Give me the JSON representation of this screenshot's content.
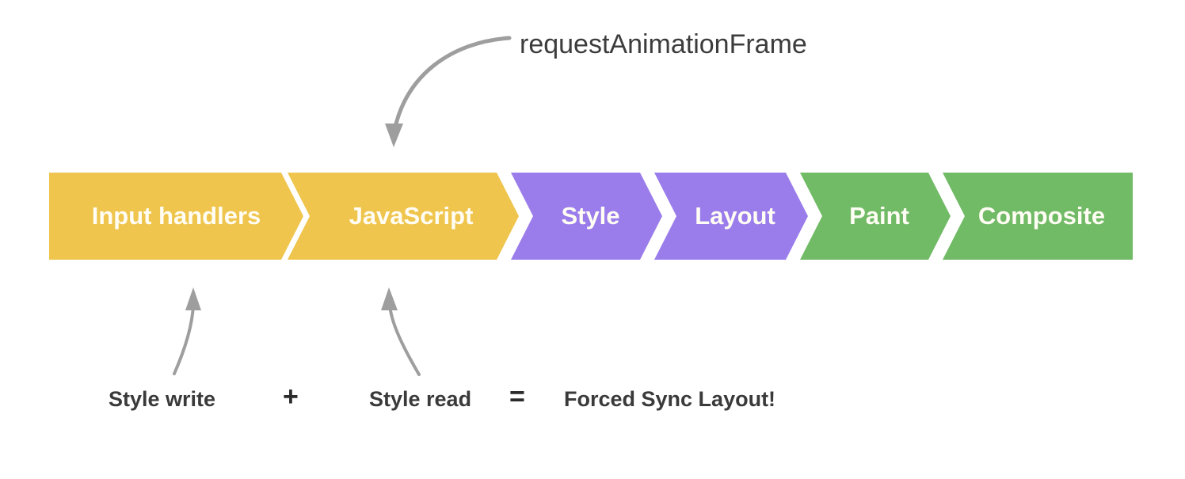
{
  "diagram": {
    "title_annotation": "requestAnimationFrame",
    "background_color": "#ffffff",
    "arrow_color": "#9e9e9e"
  },
  "pipeline": {
    "label_color": "#fffdf4",
    "stages": [
      {
        "label": "Input handlers",
        "color": "#efc54d",
        "group": "javascript"
      },
      {
        "label": "JavaScript",
        "color": "#efc54d",
        "group": "javascript"
      },
      {
        "label": "Style",
        "color": "#9a7deb",
        "group": "style-layout"
      },
      {
        "label": "Layout",
        "color": "#9a7deb",
        "group": "style-layout"
      },
      {
        "label": "Paint",
        "color": "#71ba66",
        "group": "paint-composite"
      },
      {
        "label": "Composite",
        "color": "#71ba66",
        "group": "paint-composite"
      }
    ]
  },
  "formula": {
    "terms": [
      {
        "text": "Style write",
        "kind": "term"
      },
      {
        "text": "+",
        "kind": "operator"
      },
      {
        "text": "Style read",
        "kind": "term"
      },
      {
        "text": "=",
        "kind": "operator"
      },
      {
        "text": "Forced Sync Layout!",
        "kind": "result"
      }
    ]
  },
  "annotations": {
    "raf_arrow": "curved-arrow-icon",
    "style_write_arrow": "curved-arrow-icon",
    "style_read_arrow": "curved-arrow-icon"
  }
}
